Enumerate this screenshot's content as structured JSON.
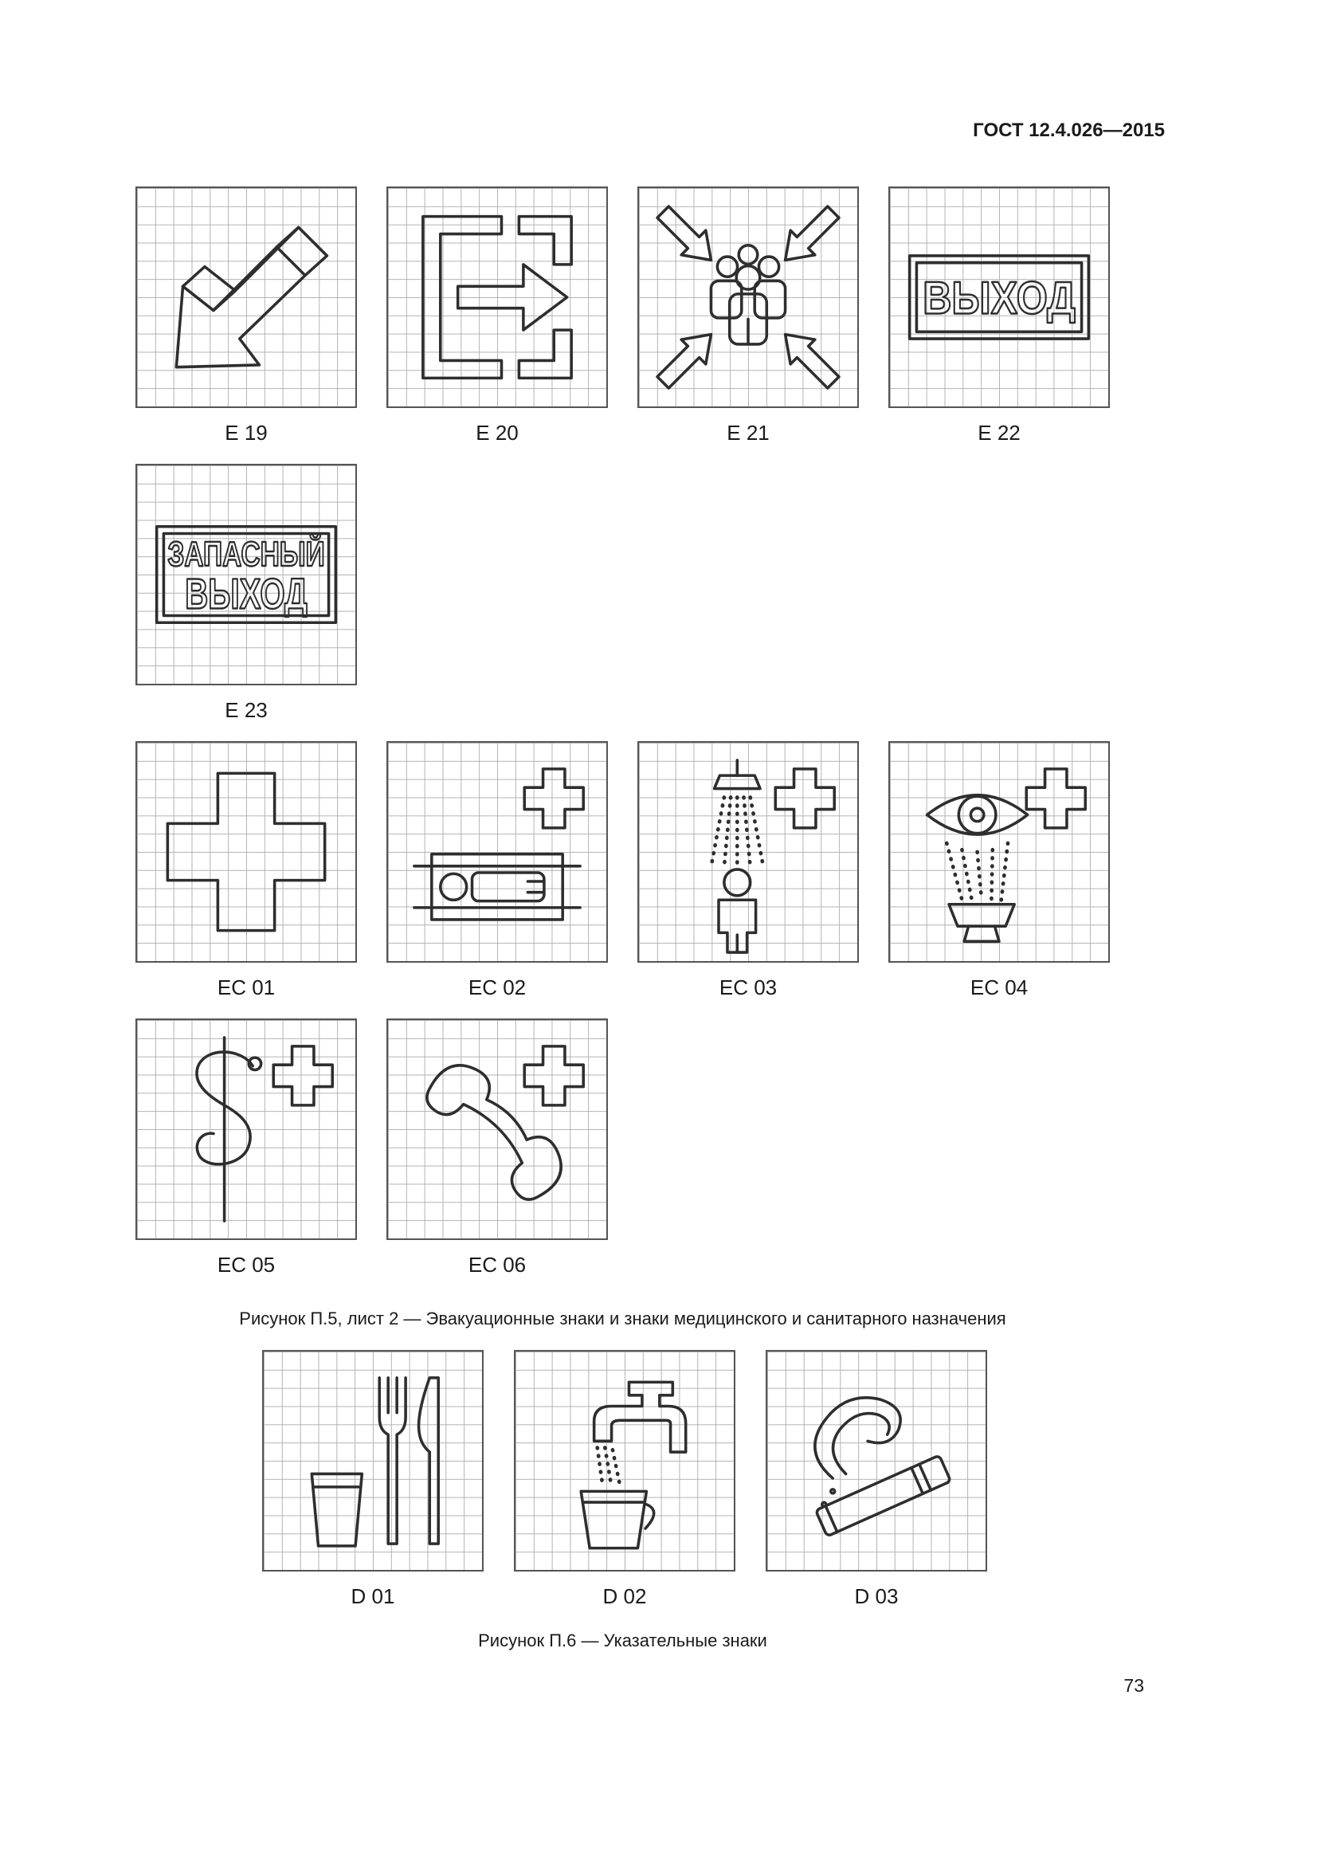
{
  "page": {
    "header": "ГОСТ 12.4.026—2015",
    "page_number": "73"
  },
  "captions": {
    "figure_p5": "Рисунок П.5, лист 2 — Эвакуационные знаки и знаки медицинского и санитарного назначения",
    "figure_p6": "Рисунок П.6 — Указательные знаки"
  },
  "signs": {
    "e19": {
      "label": "E 19",
      "icon": "evacuation-direction-arrow-3d-icon"
    },
    "e20": {
      "label": "E 20",
      "icon": "exit-doorway-arrow-icon"
    },
    "e21": {
      "label": "E 21",
      "icon": "assembly-point-icon"
    },
    "e22": {
      "label": "E 22",
      "text": "ВЫХОД",
      "icon": "exit-text-sign-icon"
    },
    "e23": {
      "label": "E 23",
      "text_line1": "ЗАПАСНЫЙ",
      "text_line2": "ВЫХОД",
      "icon": "emergency-exit-text-sign-icon"
    },
    "ec01": {
      "label": "EC 01",
      "icon": "first-aid-cross-icon"
    },
    "ec02": {
      "label": "EC 02",
      "icon": "stretcher-icon"
    },
    "ec03": {
      "label": "EC 03",
      "icon": "safety-shower-icon"
    },
    "ec04": {
      "label": "EC 04",
      "icon": "eye-wash-station-icon"
    },
    "ec05": {
      "label": "EC 05",
      "icon": "medical-staff-snake-icon"
    },
    "ec06": {
      "label": "EC 06",
      "icon": "emergency-telephone-icon"
    },
    "d01": {
      "label": "D 01",
      "icon": "food-point-icon"
    },
    "d02": {
      "label": "D 02",
      "icon": "drinking-water-icon"
    },
    "d03": {
      "label": "D 03",
      "icon": "smoking-area-icon"
    }
  }
}
